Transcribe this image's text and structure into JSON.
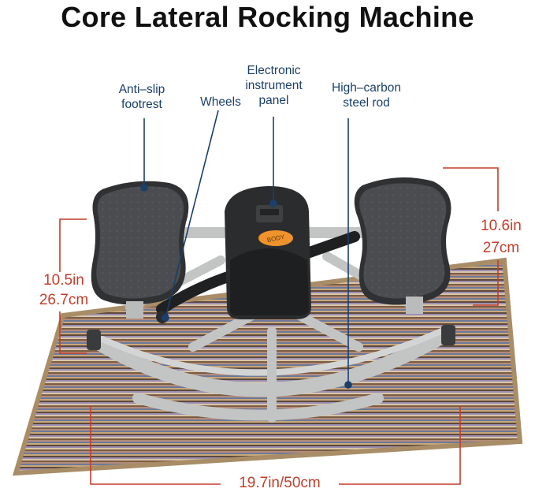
{
  "title": "Core Lateral Rocking Machine",
  "callouts": {
    "footrest": "Anti–slip footrest",
    "wheels": "Wheels",
    "panel": "Electronic instrument panel",
    "rod": "High–carbon steel rod"
  },
  "dimensions": {
    "height_left_in": "10.5in",
    "height_left_cm": "26.7cm",
    "height_right_in": "10.6in",
    "height_right_cm": "27cm",
    "width": "19.7in/50cm"
  },
  "badge_text": "BODY",
  "colors": {
    "callout_text": "#1a3f6b",
    "dimension": "#c43d2a",
    "frame": "#c8cbc9",
    "pedal": "#3b3d40",
    "accent": "#f0932b"
  }
}
